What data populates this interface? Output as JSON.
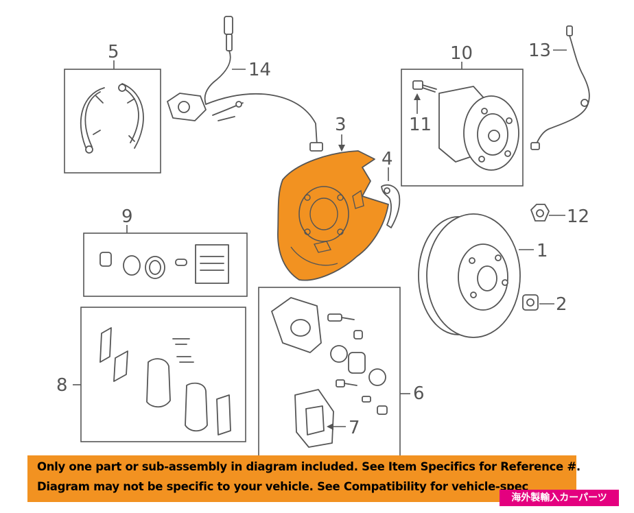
{
  "callouts": {
    "n1": "1",
    "n2": "2",
    "n3": "3",
    "n4": "4",
    "n5": "5",
    "n6": "6",
    "n7": "7",
    "n8": "8",
    "n9": "9",
    "n10": "10",
    "n11": "11",
    "n12": "12",
    "n13": "13",
    "n14": "14"
  },
  "banner": {
    "line1": "Only one part or sub-assembly in diagram included. See Item Specifics for Reference #.",
    "line2": "Diagram may not be specific to your vehicle. See Compatibility for vehicle-spec"
  },
  "shop_badge": "海外製輸入カーパーツ",
  "colors": {
    "highlight_part": "#f29221",
    "banner_background": "#f29221",
    "badge_background": "#e4007f",
    "line_art": "#555555"
  }
}
